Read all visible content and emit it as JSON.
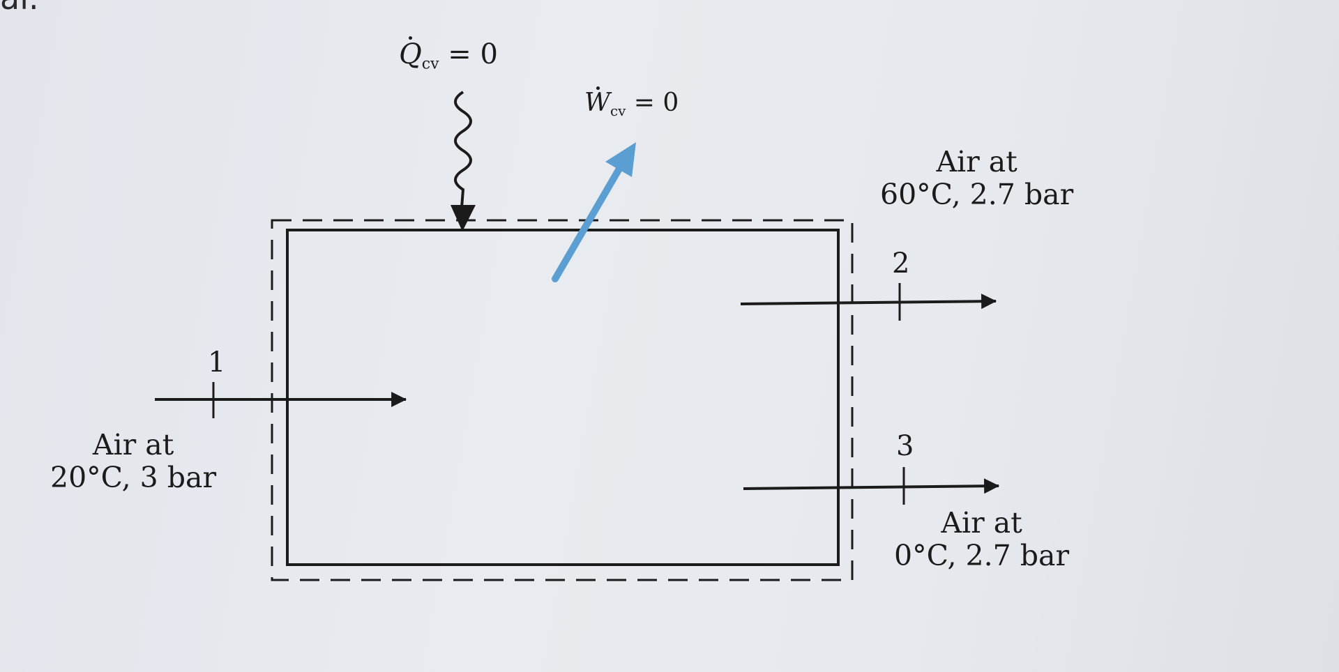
{
  "cropped_text": "al.",
  "heat": {
    "symbol": "Q",
    "subscript": "cv",
    "value": "= 0"
  },
  "work": {
    "symbol": "W",
    "subscript": "cv",
    "value": "= 0"
  },
  "inlet": {
    "port": "1",
    "line1": "Air at",
    "line2": "20°C, 3 bar"
  },
  "outlet_hot": {
    "port": "2",
    "line1": "Air at",
    "line2": "60°C, 2.7 bar"
  },
  "outlet_cold": {
    "port": "3",
    "line1": "Air at",
    "line2": "0°C, 2.7 bar"
  },
  "colors": {
    "line": "#1b1b1b",
    "work_arrow": "#5b9fd2"
  }
}
